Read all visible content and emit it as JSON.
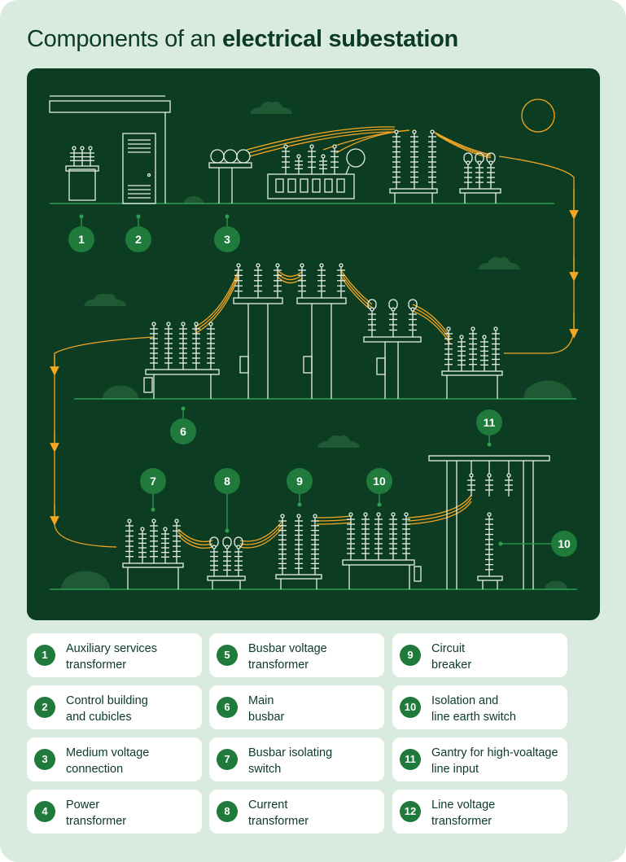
{
  "title": {
    "prefix": "Components of an ",
    "emphasis": "electrical subestation"
  },
  "colors": {
    "background": "#d9ebdf",
    "scene": "#0c3d22",
    "line": "#e6f0e9",
    "wire": "#f5a623",
    "badge": "#1f7a3b",
    "text": "#0b3b24"
  },
  "diagram": {
    "badges": [
      "1",
      "2",
      "3",
      "6",
      "7",
      "8",
      "9",
      "10",
      "11",
      "10"
    ]
  },
  "legend": [
    {
      "num": "1",
      "line1": "Auxiliary services",
      "line2": "transformer"
    },
    {
      "num": "2",
      "line1": "Control building",
      "line2": "and cubicles"
    },
    {
      "num": "3",
      "line1": "Medium voltage",
      "line2": "connection"
    },
    {
      "num": "4",
      "line1": "Power",
      "line2": "transformer"
    },
    {
      "num": "5",
      "line1": "Busbar voltage",
      "line2": "transformer"
    },
    {
      "num": "6",
      "line1": "Main",
      "line2": "busbar"
    },
    {
      "num": "7",
      "line1": "Busbar isolating",
      "line2": "switch"
    },
    {
      "num": "8",
      "line1": "Current",
      "line2": "transformer"
    },
    {
      "num": "9",
      "line1": "Circuit",
      "line2": "breaker"
    },
    {
      "num": "10",
      "line1": "Isolation and",
      "line2": "line earth switch"
    },
    {
      "num": "11",
      "line1": "Gantry for high-voaltage",
      "line2": "line input"
    },
    {
      "num": "12",
      "line1": "Line voltage",
      "line2": "transformer"
    }
  ]
}
